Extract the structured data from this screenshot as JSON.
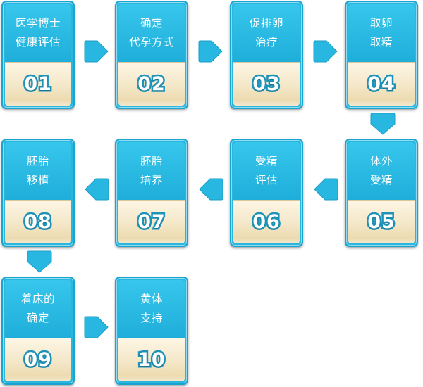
{
  "colors": {
    "card_border": "#1aa5cf",
    "card_top": "#2ab6df",
    "card_bottom": "#f4e7c8",
    "number_outline": "#1e93b8",
    "arrow": "#28b7e0"
  },
  "steps": [
    {
      "label": "医学博士\n健康评估",
      "number": "01"
    },
    {
      "label": "确定\n代孕方式",
      "number": "02"
    },
    {
      "label": "促排卵\n治疗",
      "number": "03"
    },
    {
      "label": "取卵\n取精",
      "number": "04"
    },
    {
      "label": "体外\n受精",
      "number": "05"
    },
    {
      "label": "受精\n评估",
      "number": "06"
    },
    {
      "label": "胚胎\n培养",
      "number": "07"
    },
    {
      "label": "胚胎\n移植",
      "number": "08"
    },
    {
      "label": "着床的\n确定",
      "number": "09"
    },
    {
      "label": "黄体\n支持",
      "number": "10"
    }
  ],
  "arrows": [
    {
      "from": "01",
      "to": "02",
      "direction": "right"
    },
    {
      "from": "02",
      "to": "03",
      "direction": "right"
    },
    {
      "from": "03",
      "to": "04",
      "direction": "right"
    },
    {
      "from": "04",
      "to": "05",
      "direction": "down"
    },
    {
      "from": "05",
      "to": "06",
      "direction": "left"
    },
    {
      "from": "06",
      "to": "07",
      "direction": "left"
    },
    {
      "from": "07",
      "to": "08",
      "direction": "left"
    },
    {
      "from": "08",
      "to": "09",
      "direction": "down"
    },
    {
      "from": "09",
      "to": "10",
      "direction": "right"
    }
  ]
}
